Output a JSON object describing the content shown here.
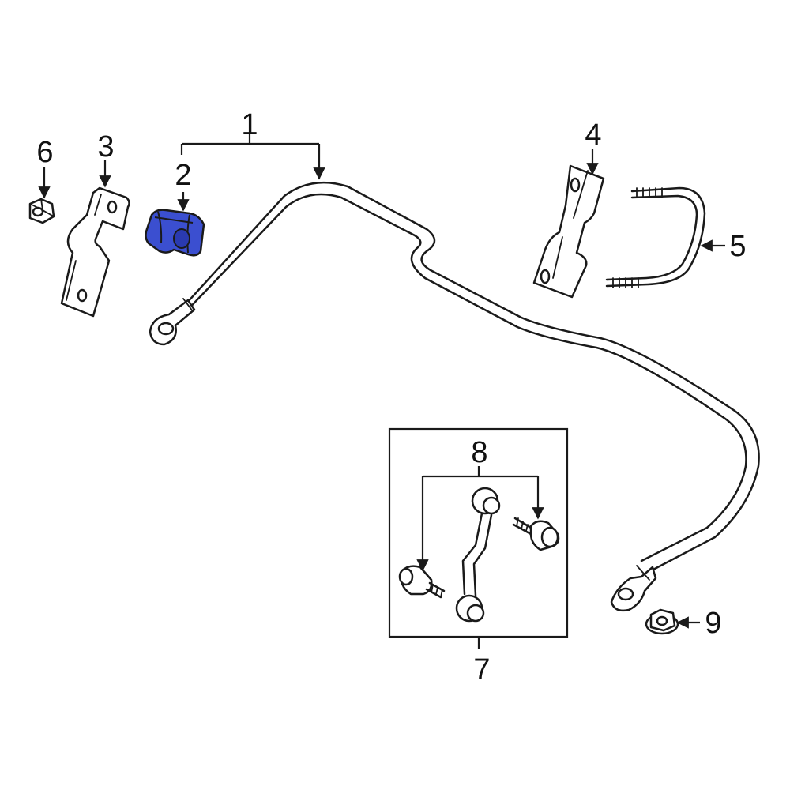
{
  "diagram": {
    "highlight_color": "#3b4fd0",
    "outline_color": "#1a1a1a",
    "background_color": "#ffffff",
    "callouts": [
      {
        "id": "1",
        "label": "1"
      },
      {
        "id": "2",
        "label": "2"
      },
      {
        "id": "3",
        "label": "3"
      },
      {
        "id": "4",
        "label": "4"
      },
      {
        "id": "5",
        "label": "5"
      },
      {
        "id": "6",
        "label": "6"
      },
      {
        "id": "7",
        "label": "7"
      },
      {
        "id": "8",
        "label": "8"
      },
      {
        "id": "9",
        "label": "9"
      }
    ],
    "highlighted_part": "2"
  }
}
